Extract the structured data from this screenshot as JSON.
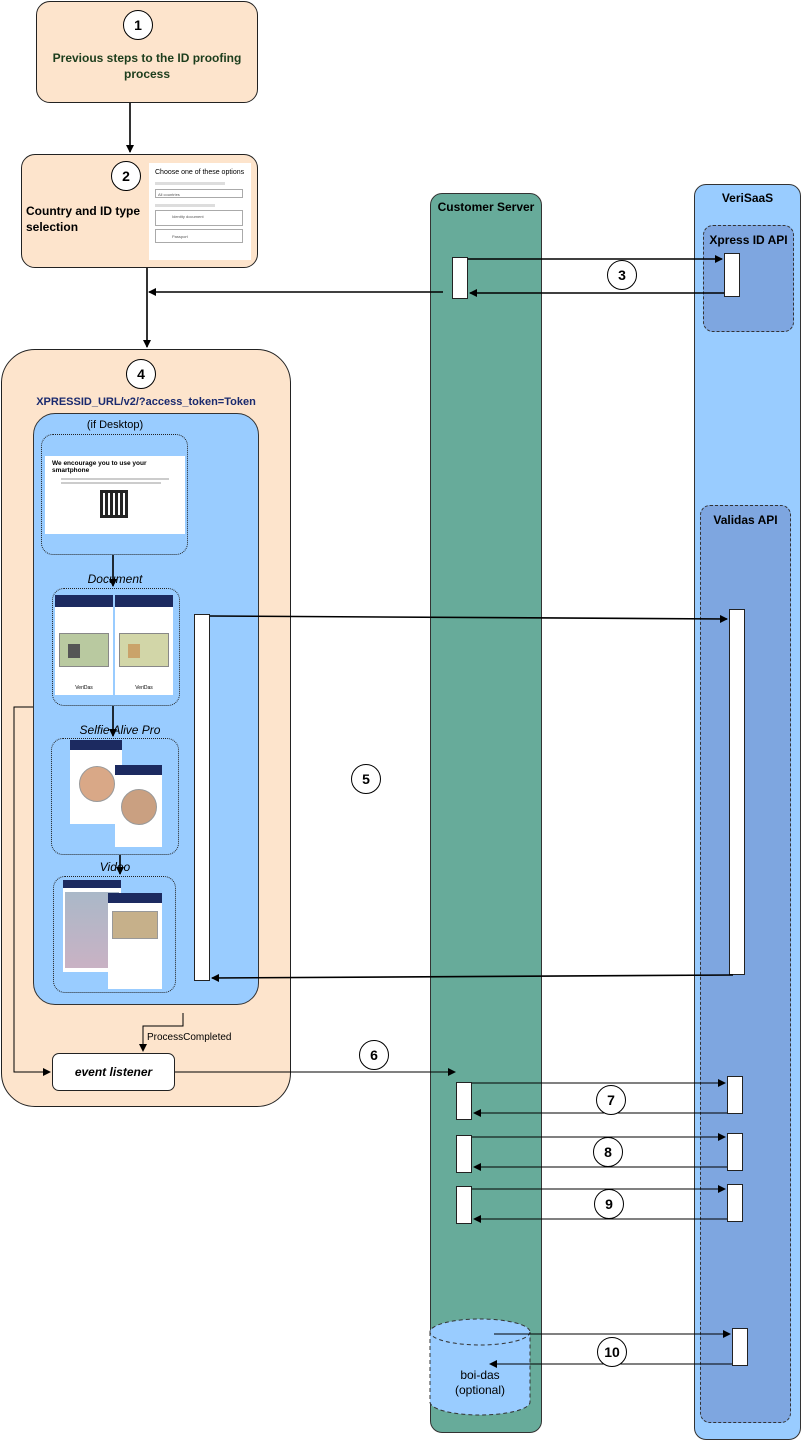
{
  "steps": {
    "s1": {
      "number": "1",
      "label": "Previous steps to the ID proofing process"
    },
    "s2": {
      "number": "2",
      "label": "Country and ID type selection",
      "preview": {
        "title": "Choose one of these options",
        "select": "All countries",
        "opt1": "Identity document",
        "opt2": "Passport"
      }
    },
    "s3": {
      "number": "3"
    },
    "s4": {
      "number": "4",
      "url": "XPRESSID_URL/v2/?access_token=Token"
    },
    "s5": {
      "number": "5"
    },
    "s6": {
      "number": "6"
    },
    "s7": {
      "number": "7"
    },
    "s8": {
      "number": "8"
    },
    "s9": {
      "number": "9"
    },
    "s10": {
      "number": "10"
    }
  },
  "desktop": {
    "label": "(if Desktop)",
    "card_title": "We encourage you to use your smartphone"
  },
  "document": {
    "label": "Document",
    "caption1": "VeriDas",
    "caption2": "VeriDas"
  },
  "selfie": {
    "label": "Selfie Alive Pro"
  },
  "video": {
    "label": "Video"
  },
  "event_listener": "event listener",
  "process_completed": "ProcessCompleted",
  "lanes": {
    "customer_server": "Customer Server",
    "verisaas": "VeriSaaS",
    "xpress_api": "Xpress ID API",
    "validas_api": "Validas API",
    "db": "boi-das\n(optional)"
  },
  "colors": {
    "peach": "#fde4cc",
    "green": "#67ab9a",
    "blue": "#99ccff",
    "dark_blue": "#7ea6e0"
  }
}
